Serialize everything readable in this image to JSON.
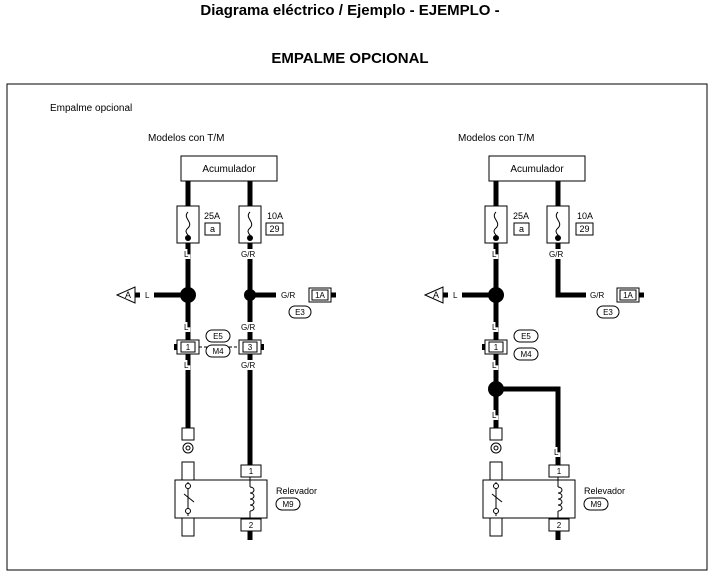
{
  "header": {
    "title": "Diagrama eléctrico / Ejemplo - EJEMPLO -",
    "subtitle": "EMPALME OPCIONAL"
  },
  "frame_label": "Empalme opcional",
  "left": {
    "model": "Modelos con T/M",
    "battery": "Acumulador",
    "fuse1_rating": "25A",
    "fuse1_id": "a",
    "fuse2_rating": "10A",
    "fuse2_id": "29",
    "wire1_top": "L",
    "wire2_top": "G/R",
    "arrow_ref": "A",
    "arrow_wire": "L",
    "right_wire": "G/R",
    "conn_pin": "1A",
    "conn_id": "E3",
    "j1_top_wire": "L",
    "j2_top_wire": "G/R",
    "j1_pin": "1",
    "j2_pin": "3",
    "e5": "E5",
    "m4": "M4",
    "j1_bottom_wire": "L",
    "j2_bottom_wire": "G/R",
    "relay_label": "Relevador",
    "relay_id": "M9",
    "relay_pin_top": "1",
    "relay_pin_bottom": "2"
  },
  "right": {
    "model": "Modelos con T/M",
    "battery": "Acumulador",
    "fuse1_rating": "25A",
    "fuse1_id": "a",
    "fuse2_rating": "10A",
    "fuse2_id": "29",
    "wire1_top": "L",
    "wire2_top": "G/R",
    "arrow_ref": "A",
    "arrow_wire": "L",
    "right_wire": "G/R",
    "conn_pin": "1A",
    "conn_id": "E3",
    "j1_top_wire": "L",
    "j1_pin": "1",
    "e5": "E5",
    "m4": "M4",
    "j1_bottom_wire": "L",
    "relay_wire": "L",
    "relay_label": "Relevador",
    "relay_id": "M9",
    "relay_pin_top": "1",
    "relay_pin_bottom": "2"
  }
}
